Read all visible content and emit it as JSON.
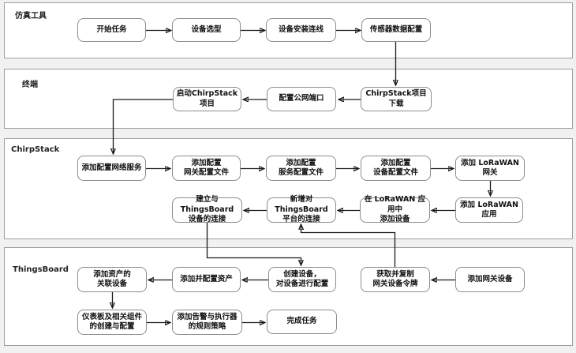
{
  "colors": {
    "background": "#f1f1f1",
    "lane_fill": "#ffffff",
    "lane_border": "#9e9e9e",
    "node_border": "#8c8c8c",
    "connector": "#1a1a1a"
  },
  "lanes": [
    {
      "id": "simulation-tool",
      "label": "仿真工具"
    },
    {
      "id": "terminal",
      "label": "终端"
    },
    {
      "id": "chirpstack",
      "label": "ChirpStack"
    },
    {
      "id": "thingsboard",
      "label": "ThingsBoard"
    }
  ],
  "nodes": {
    "start_task": "开始任务",
    "device_selection": "设备选型",
    "device_install_wiring": "设备安装连线",
    "sensor_data_config": "传感器数据配置",
    "launch_chirpstack": "启动ChirpStack项目",
    "config_public_port": "配置公网端口",
    "chirpstack_download": "ChirpStack项目下载",
    "add_network_service": "添加配置网络服务",
    "add_gateway_profile": "添加配置\n网关配置文件",
    "add_service_profile": "添加配置\n服务配置文件",
    "add_device_profile": "添加配置\n设备配置文件",
    "add_lorawan_gateway": "添加 LoRaWAN 网关",
    "connect_tb_device": "建立与ThingsBoard\n设备的连接",
    "connect_tb_platform": "新增对ThingsBoard\n平台的连接",
    "add_device_in_app": "在 LoRaWAN 应用中\n添加设备",
    "add_lorawan_app": "添加 LoRaWAN 应用",
    "add_asset_devices": "添加资产的\n关联设备",
    "add_configure_asset": "添加并配置资产",
    "create_device": "创建设备，\n对设备进行配置",
    "get_gateway_token": "获取并复制\n网关设备令牌",
    "add_gateway_device": "添加网关设备",
    "dashboard_create": "仪表板及相关组件\n的创建与配置",
    "add_alarm_rules": "添加告警与执行器\n的规则策略",
    "complete_task": "完成任务"
  },
  "edges": [
    [
      "start_task",
      "device_selection"
    ],
    [
      "device_selection",
      "device_install_wiring"
    ],
    [
      "device_install_wiring",
      "sensor_data_config"
    ],
    [
      "sensor_data_config",
      "chirpstack_download"
    ],
    [
      "chirpstack_download",
      "config_public_port"
    ],
    [
      "config_public_port",
      "launch_chirpstack"
    ],
    [
      "launch_chirpstack",
      "add_network_service"
    ],
    [
      "add_network_service",
      "add_gateway_profile"
    ],
    [
      "add_gateway_profile",
      "add_service_profile"
    ],
    [
      "add_service_profile",
      "add_device_profile"
    ],
    [
      "add_device_profile",
      "add_lorawan_gateway"
    ],
    [
      "add_lorawan_gateway",
      "add_lorawan_app"
    ],
    [
      "add_lorawan_app",
      "add_device_in_app"
    ],
    [
      "add_device_in_app",
      "connect_tb_platform"
    ],
    [
      "connect_tb_platform",
      "connect_tb_device"
    ],
    [
      "connect_tb_device",
      "create_device"
    ],
    [
      "add_gateway_device",
      "get_gateway_token"
    ],
    [
      "get_gateway_token",
      "connect_tb_platform"
    ],
    [
      "create_device",
      "add_configure_asset"
    ],
    [
      "add_configure_asset",
      "add_asset_devices"
    ],
    [
      "add_asset_devices",
      "dashboard_create"
    ],
    [
      "dashboard_create",
      "add_alarm_rules"
    ],
    [
      "add_alarm_rules",
      "complete_task"
    ]
  ]
}
